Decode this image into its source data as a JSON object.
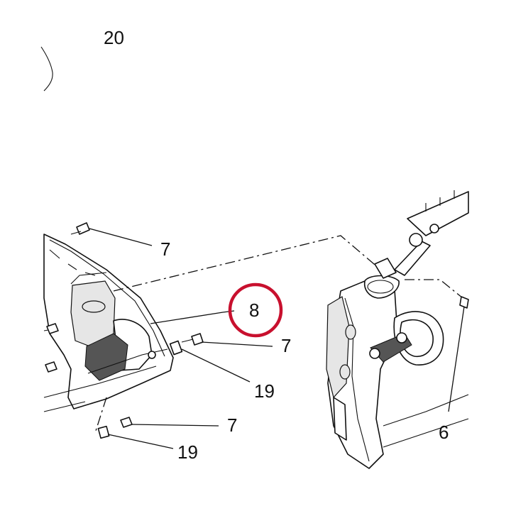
{
  "diagram": {
    "highlight_color": "#c8102e",
    "callouts": [
      {
        "id": "cut",
        "text": "20"
      },
      {
        "id": "a",
        "text": "7"
      },
      {
        "id": "b",
        "text": "8"
      },
      {
        "id": "c",
        "text": "7"
      },
      {
        "id": "d",
        "text": "19"
      },
      {
        "id": "e",
        "text": "7"
      },
      {
        "id": "f",
        "text": "19"
      },
      {
        "id": "g",
        "text": "6"
      }
    ]
  }
}
